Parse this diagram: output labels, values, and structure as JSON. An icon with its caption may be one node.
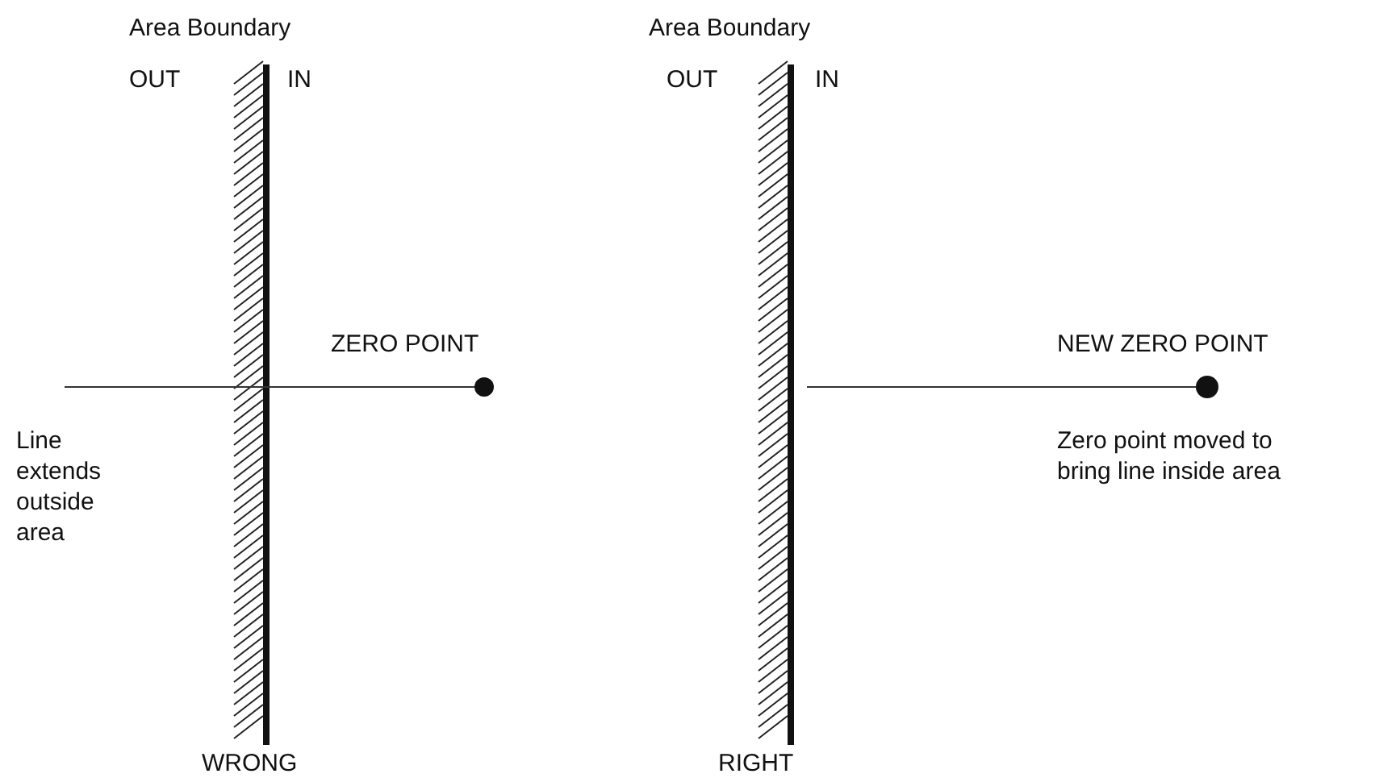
{
  "diagram": {
    "nodes": [
      {
        "text": [],
        "shape": "circle",
        "beside": [
          "ZERO POINT"
        ]
      },
      {
        "text": [],
        "shape": "circle",
        "beside": [
          "NEW ZERO POINT"
        ]
      }
    ],
    "edges": [
      {
        "from": null,
        "to": 0,
        "arrow": "none"
      },
      {
        "from": null,
        "to": 1,
        "arrow": "none"
      }
    ],
    "labels": [
      "Area Boundary",
      "Area Boundary",
      "OUT",
      "IN",
      "OUT",
      "IN",
      "Line extends outside area",
      "Zero point moved to bring line inside area",
      "WRONG",
      "RIGHT"
    ]
  }
}
